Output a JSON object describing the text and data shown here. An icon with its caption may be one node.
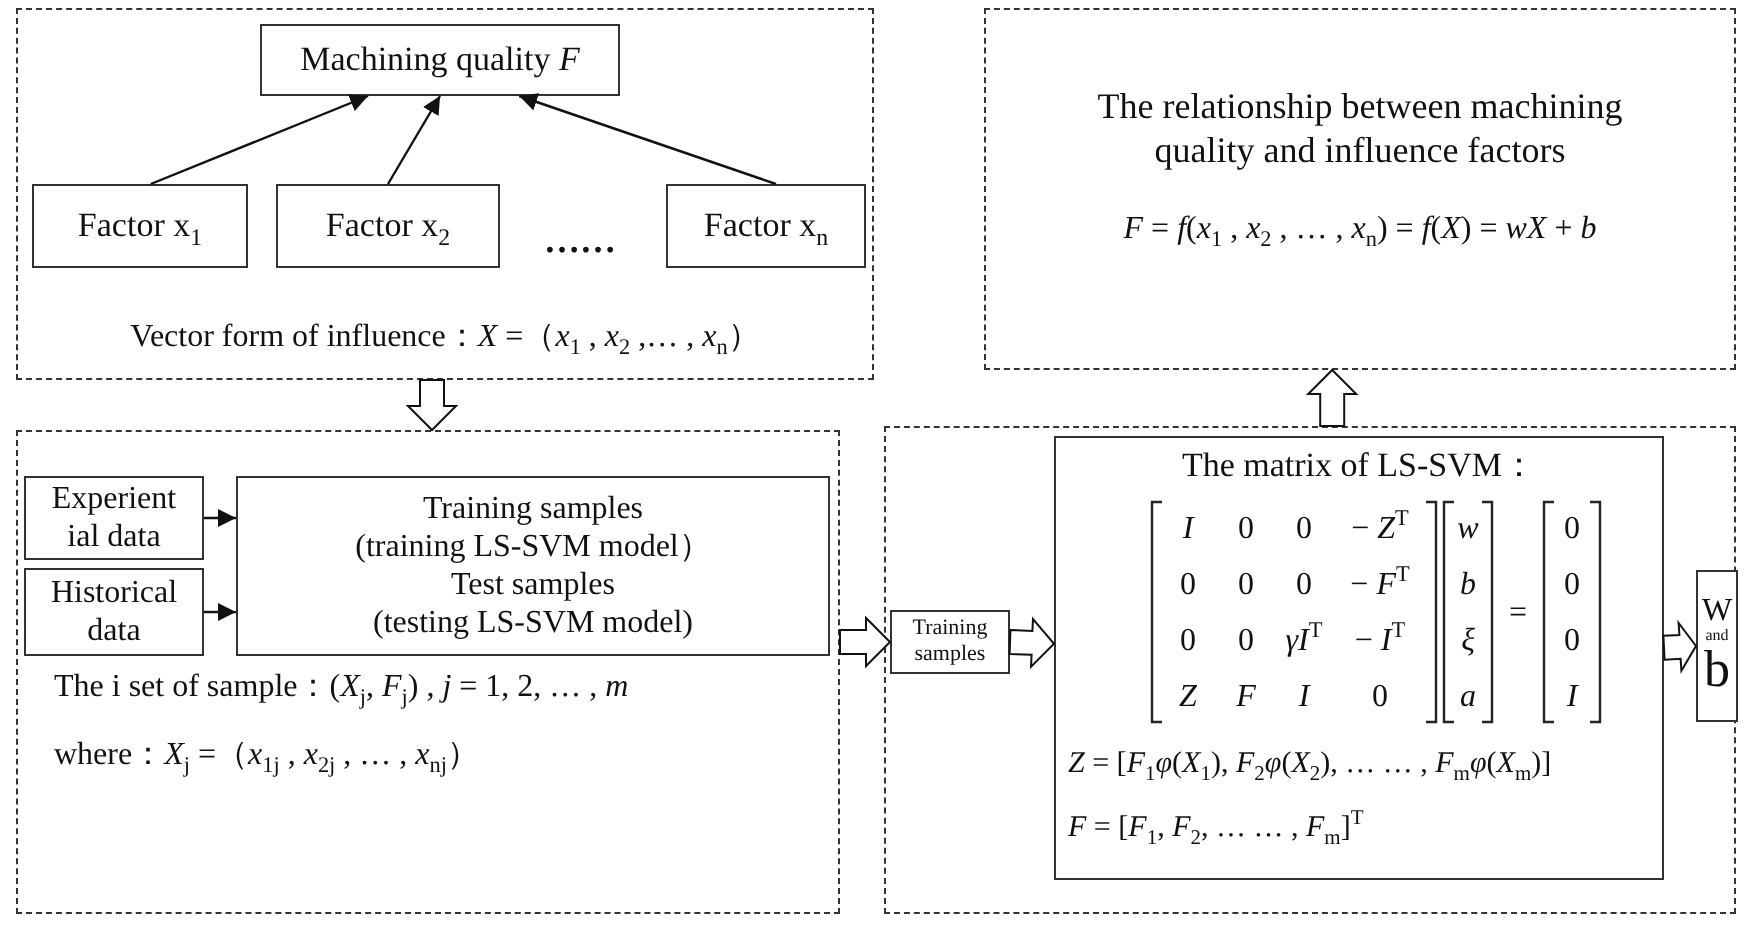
{
  "diagram": {
    "nodes": [
      {
        "text": [
          "Vector form of influence：*X* =（*x*$_{1}$ , *x*$_{2}$ ,… , *x*$_{n}$）"
        ]
      },
      {
        "text": [
          "Machining quality  *F*"
        ],
        "in": 0
      },
      {
        "text": [
          "Factor  x$_{1}$"
        ],
        "in": 0
      },
      {
        "text": [
          "Factor x$_{2}$"
        ],
        "in": 0
      },
      {
        "text": [
          "Factor  x$_{n}$"
        ],
        "in": 0
      },
      {
        "text": [
          "The relationship between machining quality and influence factors",
          "*F* = *f*(*x*$_{1}$ , *x*$_{2}$ , … , *x*$_{n}$) = *f*(*X*) = *wX* + *b*"
        ]
      },
      {
        "text": [
          "The i set of sample：(*X*$_{j}$, *F*$_{j}$) , *j* = 1, 2, … , *m*",
          "where：*X*$_{j}$ =（*x*$_{1j}$ , *x*$_{2j}$ , … , *x*$_{nj}$）"
        ]
      },
      {
        "text": [
          "Experient ial data"
        ],
        "in": 6
      },
      {
        "text": [
          "Historical data"
        ],
        "in": 6
      },
      {
        "text": [
          "Training samples",
          "(training LS-SVM model）",
          "Test samples",
          "(testing LS-SVM model)"
        ],
        "in": 6
      },
      {
        "text": [],
        "shape": "box"
      },
      {
        "text": [
          "Training samples"
        ],
        "in": 10
      },
      {
        "text": [
          "The matrix of LS-SVM：",
          "*Z* = [*F*$_{1}$*φ*(*X*$_{1}$), *F*$_{2}$*φ*(*X*$_{2}$), … … , *F*$_{m}$*φ*(*X*$_{m}$)]",
          "*F* = [*F*$_{1}$, *F*$_{2}$, … … , *F*$_{m}$]$^{T}$"
        ],
        "in": 10
      },
      {
        "text": [
          "W",
          "and",
          "b"
        ],
        "in": 10
      }
    ],
    "edges": [
      {
        "from": 2,
        "to": 1,
        "arrow": "to"
      },
      {
        "from": 3,
        "to": 1,
        "arrow": "to"
      },
      {
        "from": 4,
        "to": 1,
        "arrow": "to"
      },
      {
        "from": 7,
        "to": 9,
        "arrow": "to"
      },
      {
        "from": 8,
        "to": 9,
        "arrow": "to"
      },
      {
        "from": 0,
        "to": 6,
        "arrow": "to",
        "style": "thick"
      },
      {
        "from": 6,
        "to": 11,
        "arrow": "to",
        "style": "thick"
      },
      {
        "from": 11,
        "to": 12,
        "arrow": "to",
        "style": "thick"
      },
      {
        "from": 12,
        "to": 13,
        "arrow": "to",
        "style": "thick"
      },
      {
        "from": 10,
        "to": 5,
        "arrow": "to",
        "style": "thick"
      }
    ],
    "labels": [
      "……",
      "I",
      "0",
      "0",
      "− *Z*$^{T}$",
      "w",
      "0",
      "0",
      "0",
      "0",
      "− *F*$^{T}$",
      "b",
      "=",
      "0",
      "0",
      "0",
      "*γI*$^{T}$",
      "− *I*$^{T}$",
      "ξ",
      "0",
      "Z",
      "F",
      "I",
      "0",
      "a",
      "I"
    ]
  }
}
